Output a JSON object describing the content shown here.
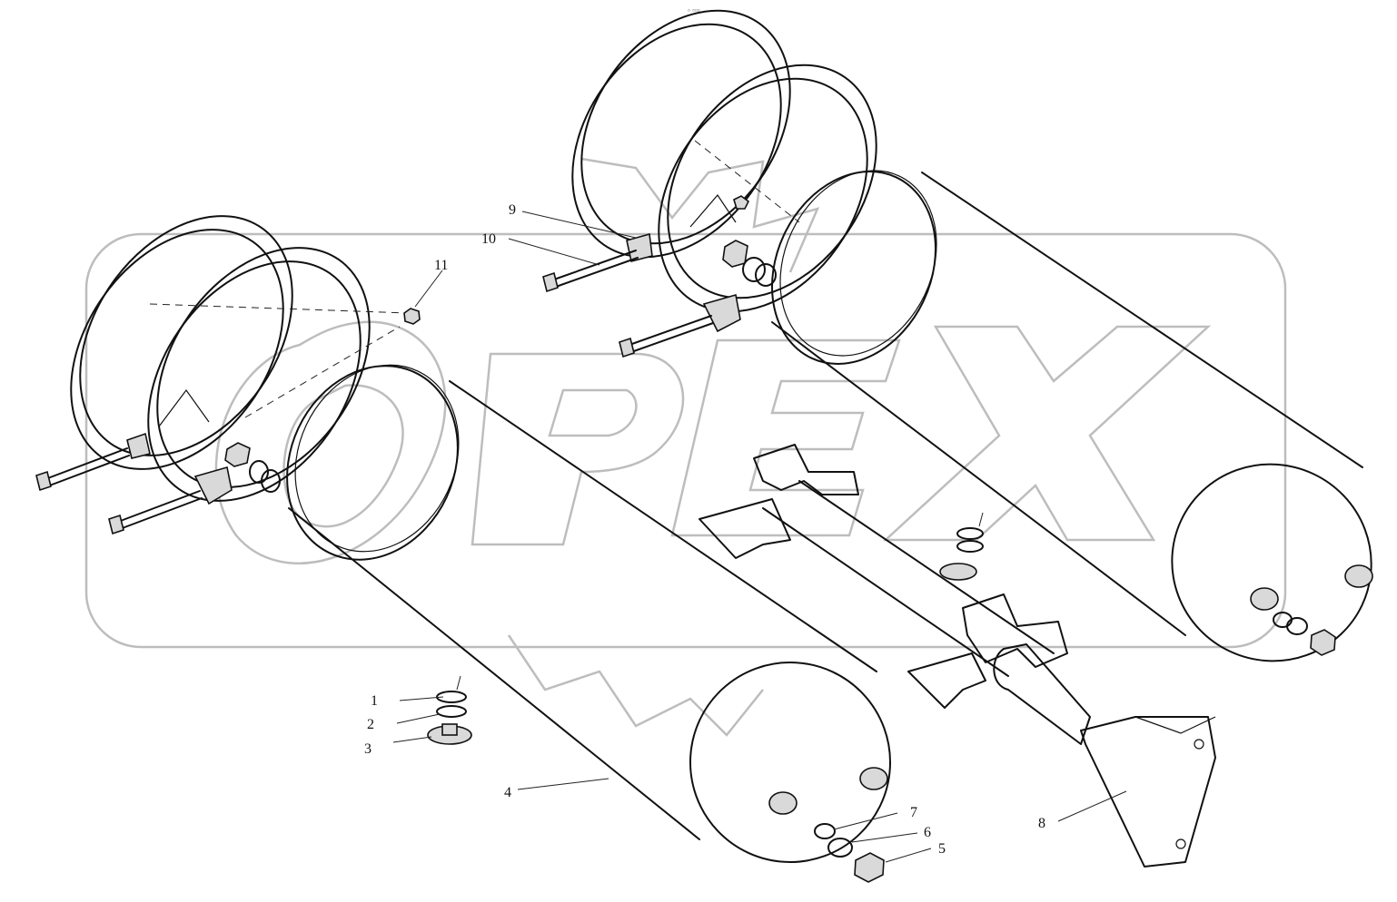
{
  "header": {
    "mark": "▫ ▫▫▫"
  },
  "callouts": [
    {
      "id": "c1",
      "label": "1"
    },
    {
      "id": "c2",
      "label": "2"
    },
    {
      "id": "c3",
      "label": "3"
    },
    {
      "id": "c4",
      "label": "4"
    },
    {
      "id": "c5",
      "label": "5"
    },
    {
      "id": "c6",
      "label": "6"
    },
    {
      "id": "c7",
      "label": "7"
    },
    {
      "id": "c8",
      "label": "8"
    },
    {
      "id": "c9",
      "label": "9"
    },
    {
      "id": "c10",
      "label": "10"
    },
    {
      "id": "c11",
      "label": "11"
    }
  ],
  "watermark": {
    "text": "OPEX",
    "color": "#bdbdbd"
  },
  "colors": {
    "line": "#111111",
    "background": "#ffffff",
    "part_fill": "#d9d9d9"
  }
}
